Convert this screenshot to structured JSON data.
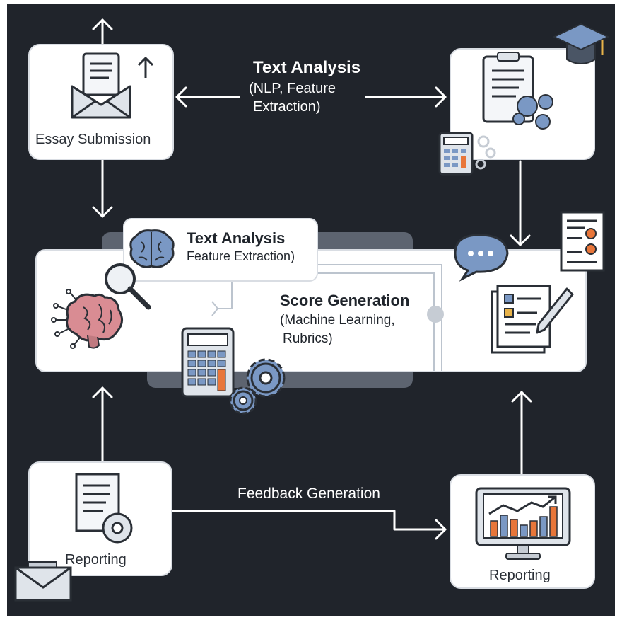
{
  "top_label": {
    "title": "Text Analysis",
    "sub1": "(NLP, Feature",
    "sub2": "Extraction)"
  },
  "essay_card": {
    "label": "Essay Submission"
  },
  "center": {
    "callout_title": "Text Analysis",
    "callout_sub": "Feature Extraction)",
    "score_title": "Score Generation",
    "score_sub1": "(Machine Learning,",
    "score_sub2": "Rubrics)"
  },
  "bottom_left_card": {
    "label": "Reporting"
  },
  "bottom_right_card": {
    "label": "Reporting"
  },
  "bottom_label": {
    "text": "Feedback Generation"
  },
  "colors": {
    "background": "#20242b",
    "card": "#ffffff",
    "accent_blue": "#7a98c4",
    "accent_orange": "#e8763a",
    "brain_pink": "#d98c93"
  }
}
